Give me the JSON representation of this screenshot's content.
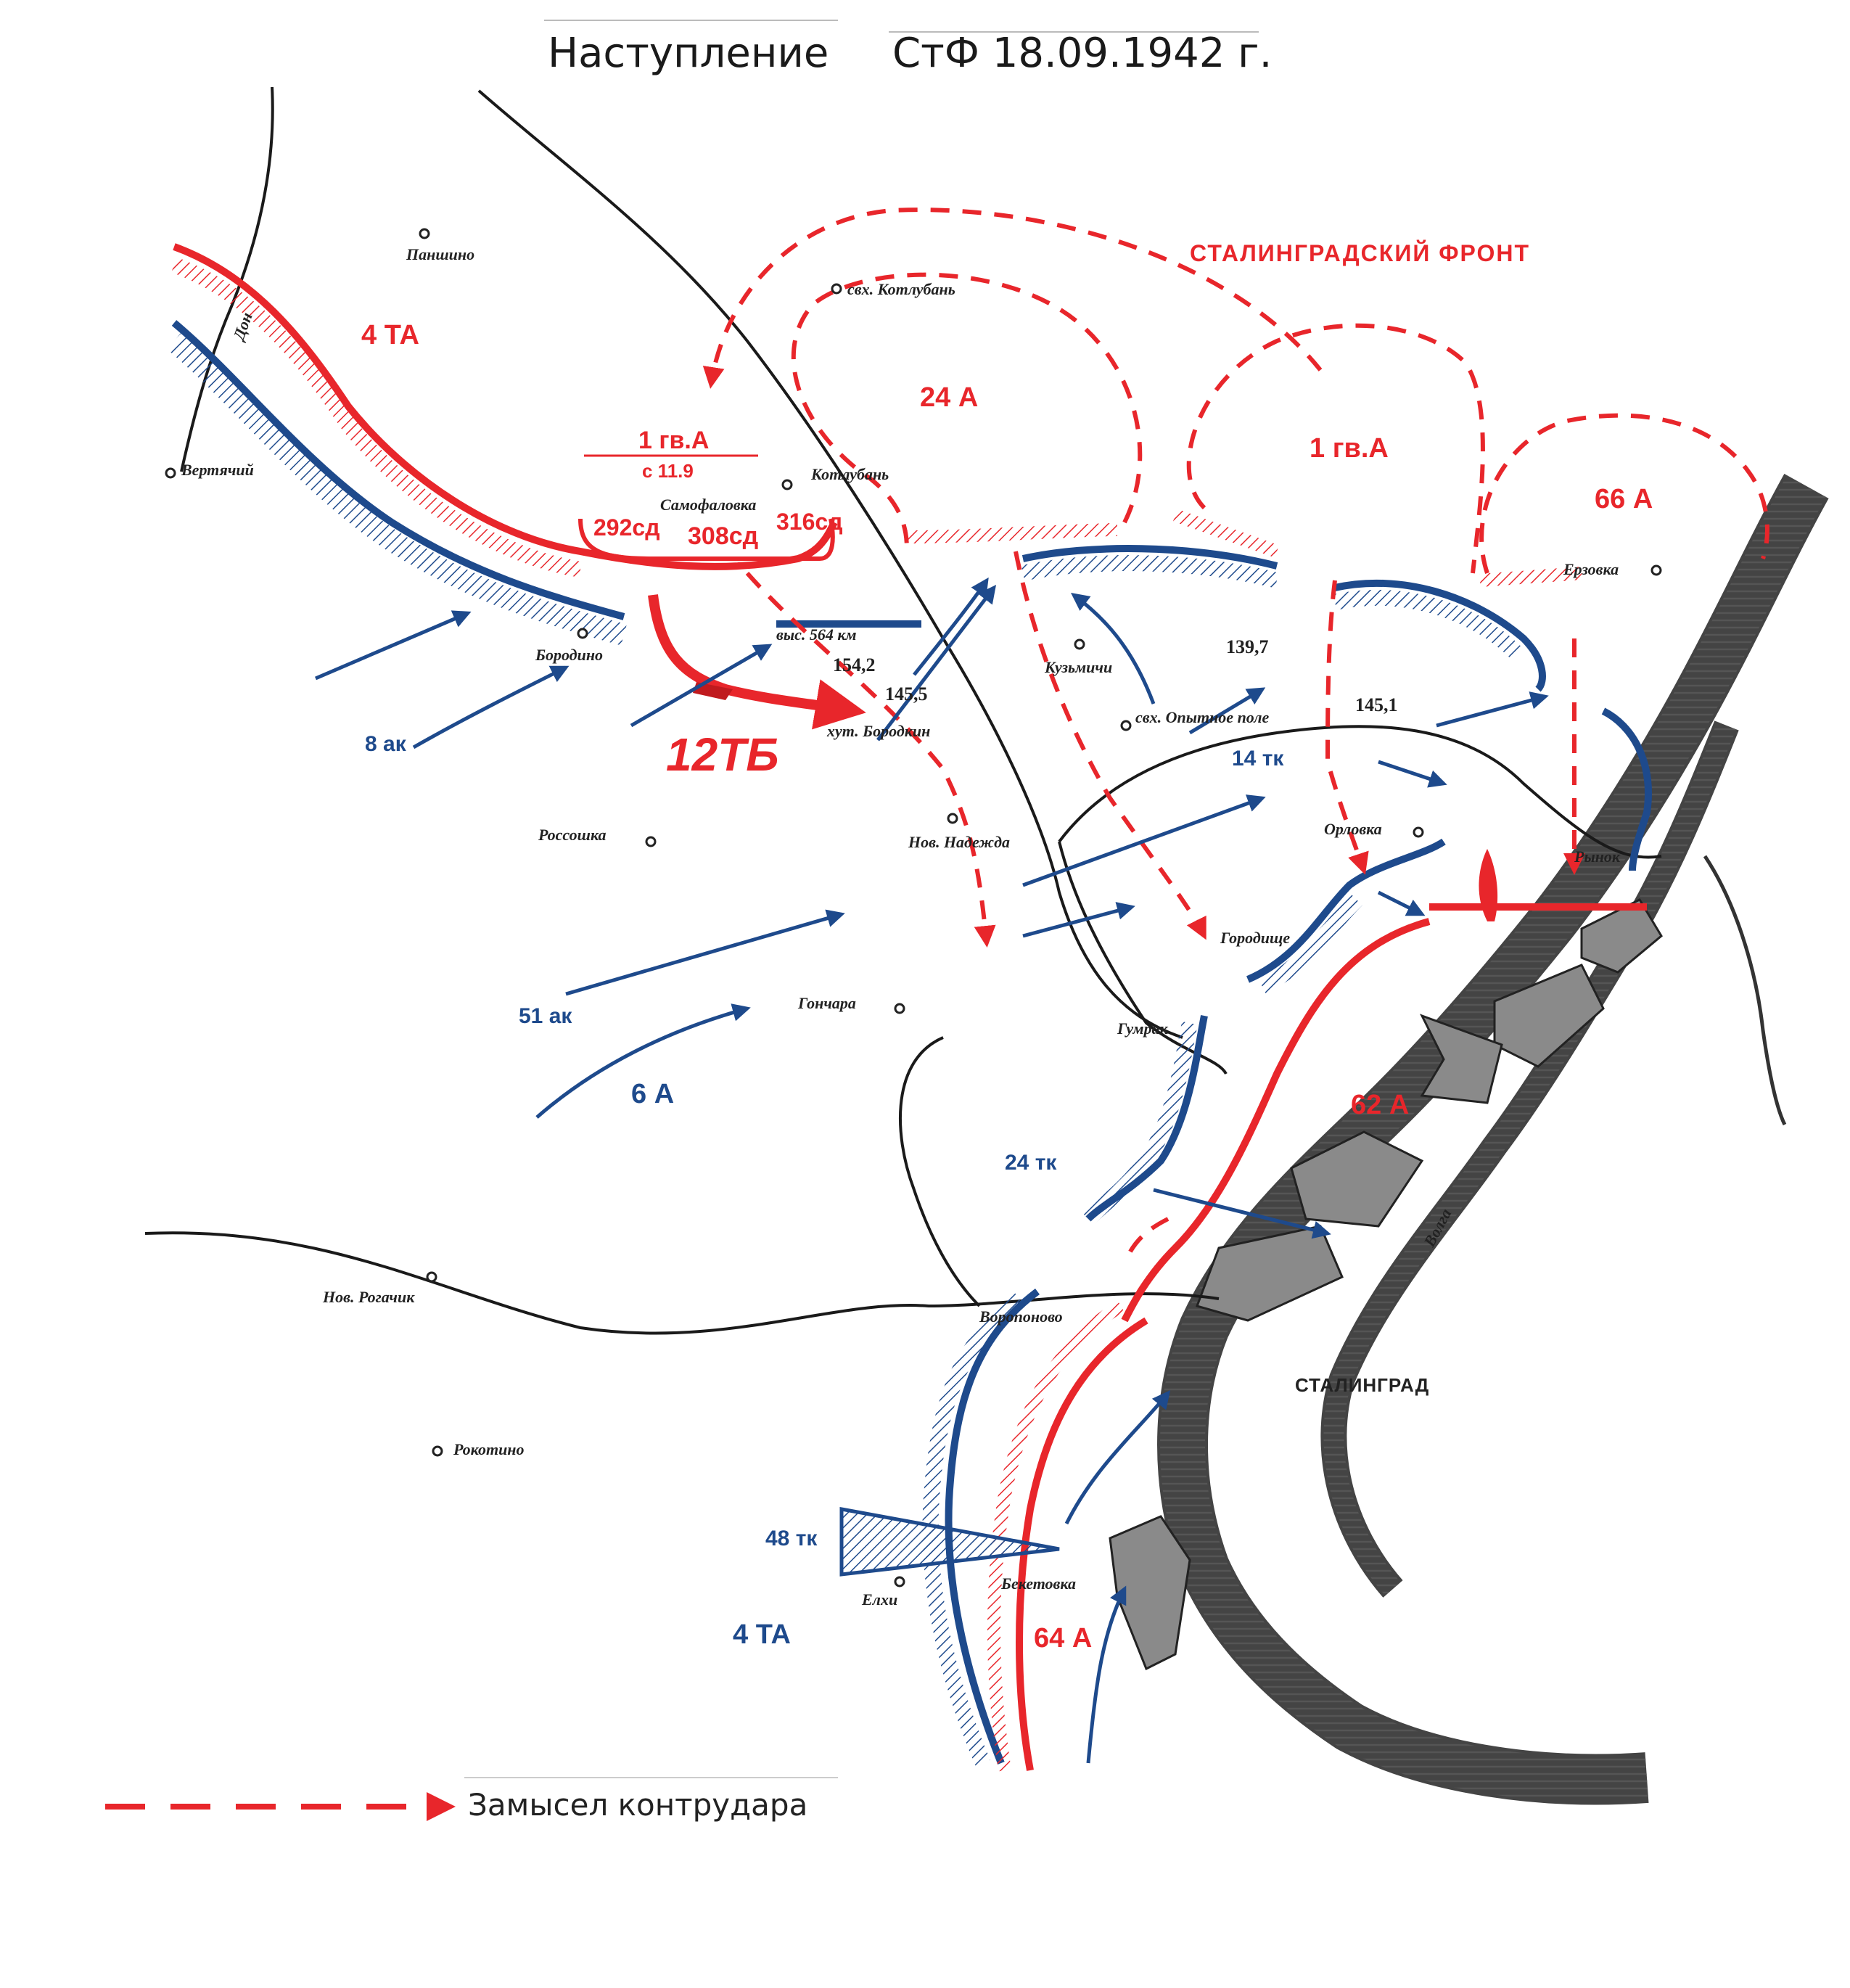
{
  "title": {
    "left": "Наступление",
    "right": "СтФ 18.09.1942 г."
  },
  "front_label": "СТАЛИНГРАДСКИЙ ФРОНТ",
  "red_units": {
    "ta4_north": "4 ТА",
    "a24": "24 А",
    "gva1_top": "1 гв.А",
    "a66": "66 А",
    "gva1_left": "1 гв.А",
    "gva1_left_sub": "с 11.9",
    "sd292": "292сд",
    "sd308": "308сд",
    "sd316": "316сд",
    "tb12": "12ТБ",
    "a62": "62 А",
    "a64": "64 А"
  },
  "blue_units": {
    "ak8": "8 ак",
    "ak51": "51 ак",
    "a6": "6 А",
    "tk14": "14 тк",
    "tk24": "24 тк",
    "tk48": "48 тк",
    "ta4_south": "4 ТА"
  },
  "places": {
    "panshino": "Паншино",
    "vertyachy": "Вертячий",
    "don": "Дон",
    "kotluban_sovkhoz": "свх. Котлубань",
    "kotluban": "Котлубань",
    "samofalovka": "Самофаловка",
    "borodino": "Бородино",
    "vys564": "выс. 564 км",
    "h154": "154,2",
    "h145_5": "145,5",
    "khut_borodkin": "хут. Бородкин",
    "kuzmichi": "Кузьмичи",
    "h139": "139,7",
    "h145_1": "145,1",
    "opytnoe_pole": "свх. Опытное поле",
    "erzovka": "Ерзовка",
    "rossoshka": "Россошка",
    "nov_nadezhda": "Нов. Надежда",
    "orlovka": "Орловка",
    "rynok": "Рынок",
    "gorodishche": "Городище",
    "goncharа": "Гончара",
    "gumrak": "Гумрак",
    "volga": "Волга",
    "stalingrad": "СТАЛИНГРАД",
    "nov_rogachik": "Нов. Рогачик",
    "voroponovo": "Воропоново",
    "rokotino": "Рокотино",
    "elkhi": "Елхи",
    "beketovka": "Бекетовка"
  },
  "legend": {
    "label": "Замысел контрудара"
  },
  "colors": {
    "red": "#e8262b",
    "blue": "#1e4a8c",
    "black": "#1a1a1a",
    "city_fill": "#8a8a8a"
  }
}
